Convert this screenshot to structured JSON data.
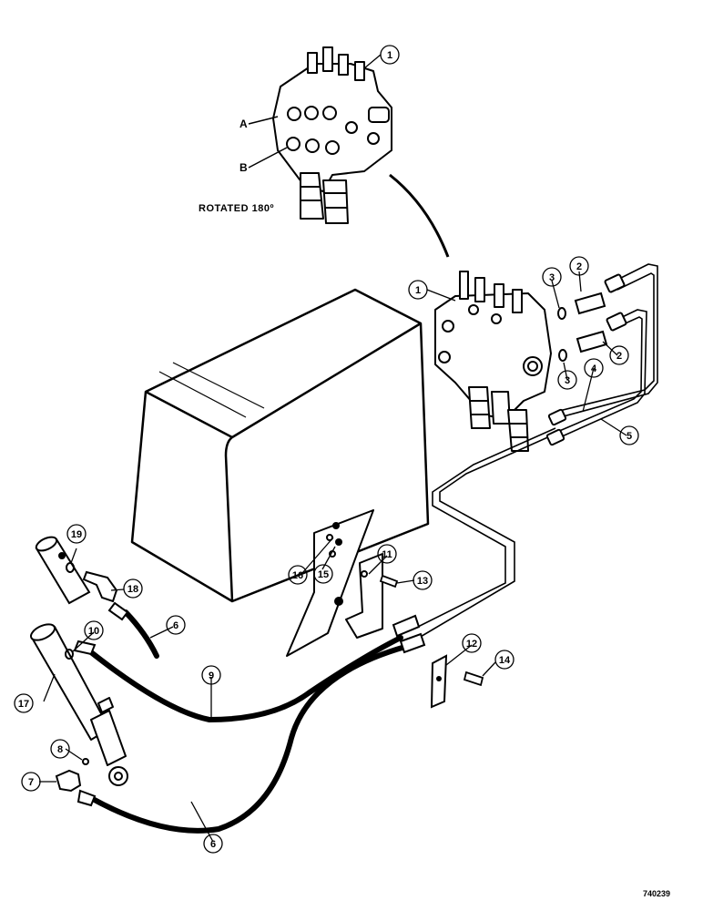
{
  "diagram": {
    "caption_rotated": "ROTATED 180º",
    "figure_number": "740239",
    "view_labels": [
      "A",
      "B"
    ],
    "callouts": [
      "1",
      "1",
      "2",
      "2",
      "3",
      "3",
      "4",
      "5",
      "6",
      "6",
      "7",
      "8",
      "9",
      "10",
      "11",
      "12",
      "13",
      "14",
      "15",
      "16",
      "17",
      "18",
      "19"
    ]
  }
}
